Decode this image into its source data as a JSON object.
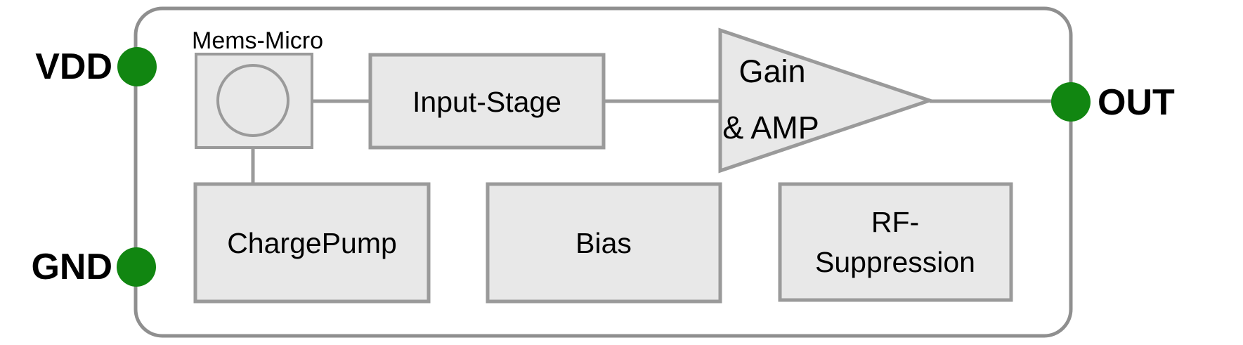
{
  "pins": {
    "vdd": {
      "label": "VDD"
    },
    "gnd": {
      "label": "GND"
    },
    "out": {
      "label": "OUT"
    }
  },
  "blocks": {
    "mems_micro": {
      "label": "Mems-Micro"
    },
    "input_stage": {
      "label": "Input-Stage"
    },
    "amplifier": {
      "line1": "Gain",
      "line2": "& AMP"
    },
    "charge_pump": {
      "label": "ChargePump"
    },
    "bias": {
      "label": "Bias"
    },
    "rf_suppression": {
      "line1": "RF-",
      "line2": "Suppression"
    }
  },
  "colors": {
    "pin_green": "#118611",
    "block_fill": "#e8e8e8",
    "block_stroke": "#9a9a9a",
    "outline_stroke": "#8f8f8f",
    "wire": "#9a9a9a",
    "label_text": "#000000"
  }
}
